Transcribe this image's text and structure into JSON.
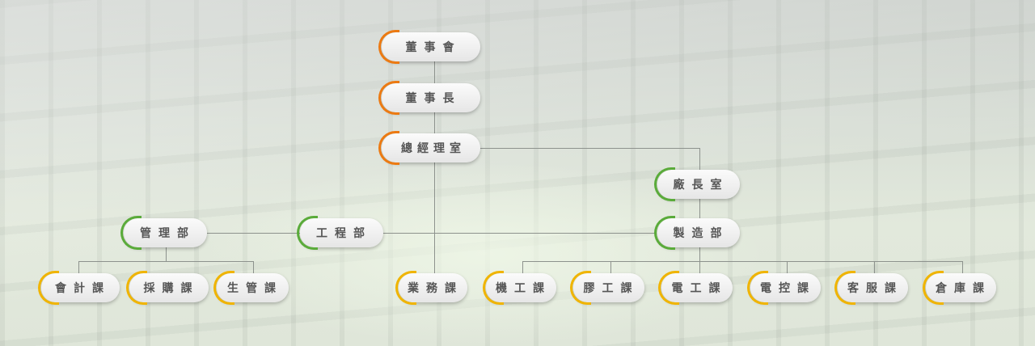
{
  "colors": {
    "top": "#ec7a12",
    "middle": "#5aab3a",
    "bottom": "#f0b400"
  },
  "org": {
    "board": "董事會",
    "chairman": "董事長",
    "gm_office": "總經理室",
    "plant_manager": "廠長室",
    "manufacturing": "製造部",
    "engineering": "工程部",
    "administration": "管理部",
    "accounting": "會計課",
    "purchasing": "採購課",
    "production_control": "生管課",
    "sales": "業務課",
    "machining": "機工課",
    "rubber": "膠工課",
    "electrical": "電工課",
    "electrical_control": "電控課",
    "customer_service": "客服課",
    "warehouse": "倉庫課"
  }
}
